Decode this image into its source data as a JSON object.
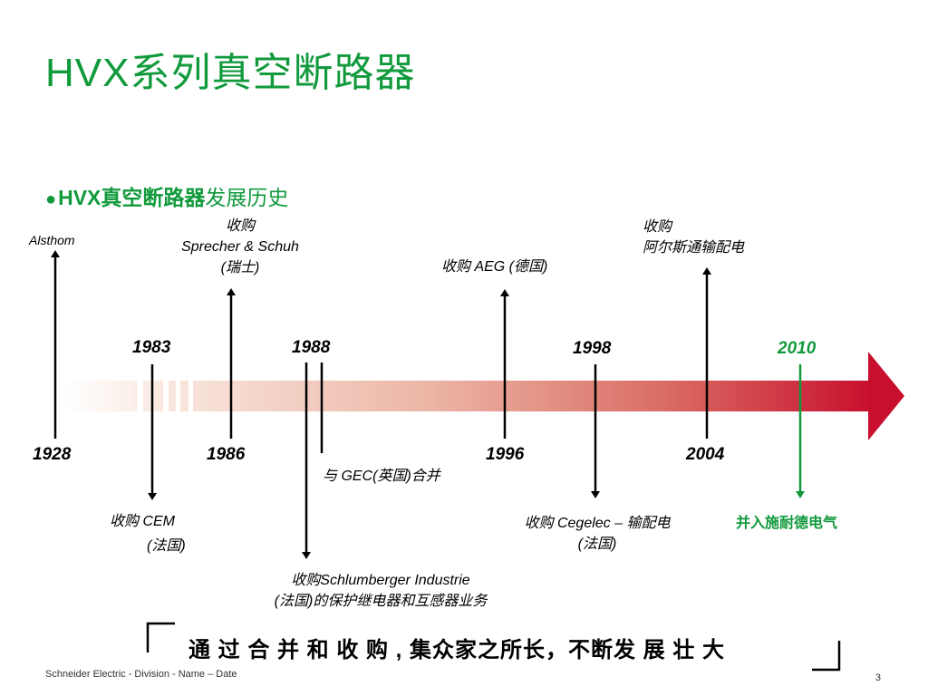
{
  "title": "HVX系列真空断路器",
  "subtitle": {
    "bullet": "●",
    "bold_part": "HVX真空断路器",
    "regular_part": "发展历史"
  },
  "top_years": [
    "1983",
    "1988",
    "1998",
    "2010"
  ],
  "bottom_years": [
    "1928",
    "1986",
    "1996",
    "2004"
  ],
  "events": {
    "alsthom": "Alsthom",
    "sprecher_l1": "收购",
    "sprecher_l2": "Sprecher & Schuh",
    "sprecher_l3": "(瑞士)",
    "aeg": "收购 AEG (德国)",
    "alstom_td_l1": "收购",
    "alstom_td_l2": "阿尔斯通输配电",
    "gec": "与 GEC(英国)合并",
    "cem_l1": "收购 CEM",
    "cem_l2": "(法国)",
    "cegelec_l1": "收购 Cegelec – 输配电",
    "cegelec_l2": "(法国)",
    "merge": "并入施耐德电气",
    "schlum_l1": "收购Schlumberger Industrie",
    "schlum_l2": "(法国)的保护继电器和互感器业务"
  },
  "slogan": "通 过 合 并 和 收 购 , 集众家之所长，不断发 展 壮 大",
  "footer": "Schneider Electric - Division - Name – Date",
  "page_number": "3",
  "colors": {
    "green": "#119a3c",
    "arrow_red": "#c8102e"
  }
}
